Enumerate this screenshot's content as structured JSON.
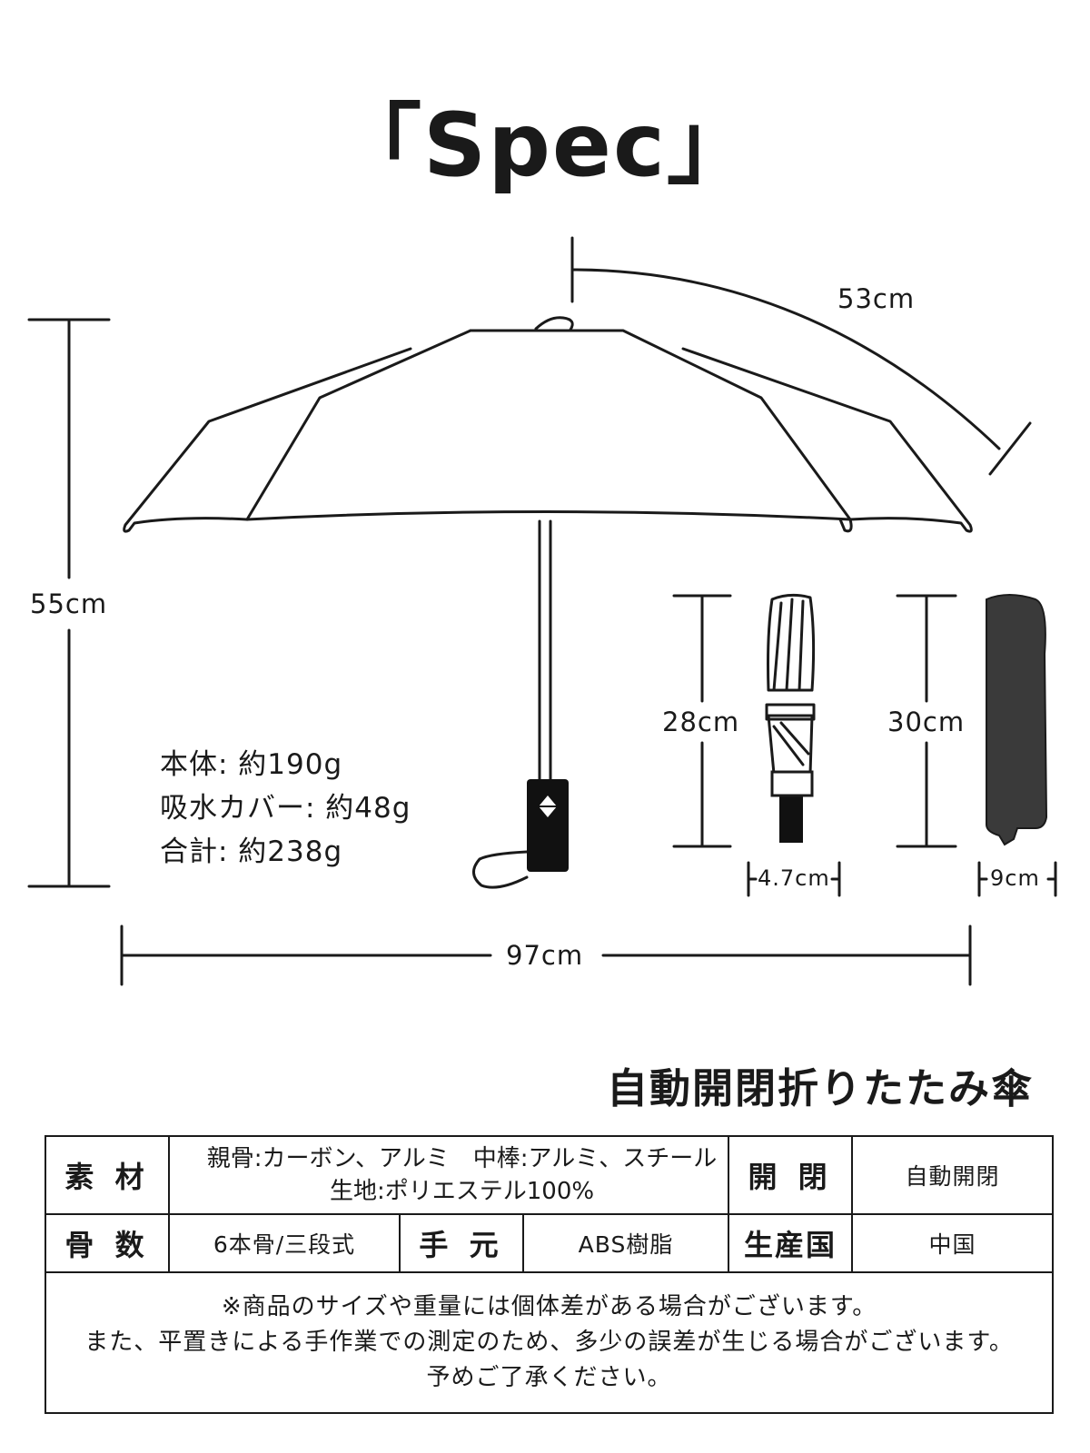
{
  "title": "「Spec」",
  "dimensions": {
    "height": "55cm",
    "rib_length": "53cm",
    "width": "97cm",
    "folded_length": "28cm",
    "folded_diameter": "4.7cm",
    "cover_length": "30cm",
    "cover_width": "9cm"
  },
  "weights": {
    "body": "本体: 約190g",
    "cover": "吸水カバー: 約48g",
    "total": "合計: 約238g"
  },
  "product_name": "自動開閉折りたたみ傘",
  "spec_table": {
    "material_label": "素 材",
    "material_line1": "親骨:カーボン、アルミ　中棒:アルミ、スチール",
    "material_line2": "生地:ポリエステル100%",
    "open_close_label": "開 閉",
    "open_close_value": "自動開閉",
    "ribs_label": "骨 数",
    "ribs_value": "6本骨/三段式",
    "handle_label": "手 元",
    "handle_value": "ABS樹脂",
    "origin_label": "生産国",
    "origin_value": "中国",
    "note_line1": "※商品のサイズや重量には個体差がある場合がございます。",
    "note_line2": "また、平置きによる手作業での測定のため、多少の誤差が生じる場合がございます。",
    "note_line3": "予めご了承ください。"
  },
  "colors": {
    "ink": "#1a1a1a",
    "cover": "#3a3a3a"
  }
}
